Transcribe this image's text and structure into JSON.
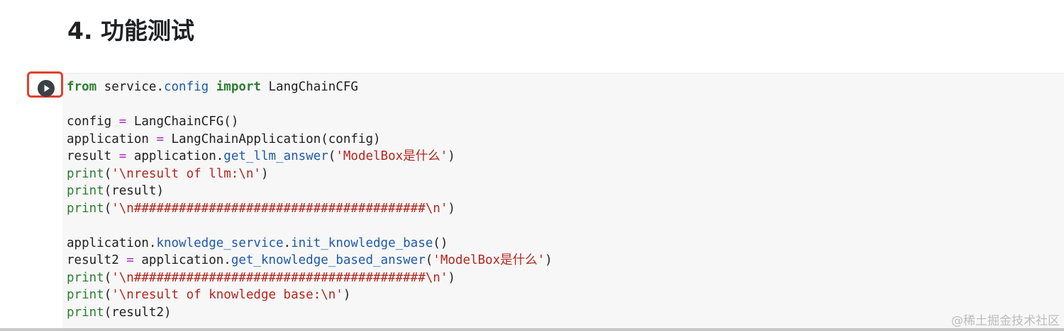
{
  "heading": "4. 功能测试",
  "run_button": {
    "icon": "play-circle-icon",
    "highlight_color": "#e2402d"
  },
  "code_lines": [
    [
      {
        "t": "from",
        "c": "kw"
      },
      {
        "t": " service.",
        "c": "pl"
      },
      {
        "t": "config",
        "c": "at"
      },
      {
        "t": " ",
        "c": "pl"
      },
      {
        "t": "import",
        "c": "kw"
      },
      {
        "t": " LangChainCFG",
        "c": "pl"
      }
    ],
    [],
    [
      {
        "t": "config ",
        "c": "pl"
      },
      {
        "t": "=",
        "c": "op"
      },
      {
        "t": " LangChainCFG()",
        "c": "pl"
      }
    ],
    [
      {
        "t": "application ",
        "c": "pl"
      },
      {
        "t": "=",
        "c": "op"
      },
      {
        "t": " LangChainApplication(config)",
        "c": "pl"
      }
    ],
    [
      {
        "t": "result ",
        "c": "pl"
      },
      {
        "t": "=",
        "c": "op"
      },
      {
        "t": " application.",
        "c": "pl"
      },
      {
        "t": "get_llm_answer",
        "c": "at"
      },
      {
        "t": "(",
        "c": "pl"
      },
      {
        "t": "'ModelBox是什么'",
        "c": "st"
      },
      {
        "t": ")",
        "c": "pl"
      }
    ],
    [
      {
        "t": "print",
        "c": "bi"
      },
      {
        "t": "(",
        "c": "pl"
      },
      {
        "t": "'\\nresult of llm:\\n'",
        "c": "st"
      },
      {
        "t": ")",
        "c": "pl"
      }
    ],
    [
      {
        "t": "print",
        "c": "bi"
      },
      {
        "t": "(result)",
        "c": "pl"
      }
    ],
    [
      {
        "t": "print",
        "c": "bi"
      },
      {
        "t": "(",
        "c": "pl"
      },
      {
        "t": "'\\n#######################################\\n'",
        "c": "st"
      },
      {
        "t": ")",
        "c": "pl"
      }
    ],
    [],
    [
      {
        "t": "application.",
        "c": "pl"
      },
      {
        "t": "knowledge_service",
        "c": "at"
      },
      {
        "t": ".",
        "c": "pl"
      },
      {
        "t": "init_knowledge_base",
        "c": "at"
      },
      {
        "t": "()",
        "c": "pl"
      }
    ],
    [
      {
        "t": "result2 ",
        "c": "pl"
      },
      {
        "t": "=",
        "c": "op"
      },
      {
        "t": " application.",
        "c": "pl"
      },
      {
        "t": "get_knowledge_based_answer",
        "c": "at"
      },
      {
        "t": "(",
        "c": "pl"
      },
      {
        "t": "'ModelBox是什么'",
        "c": "st"
      },
      {
        "t": ")",
        "c": "pl"
      }
    ],
    [
      {
        "t": "print",
        "c": "bi"
      },
      {
        "t": "(",
        "c": "pl"
      },
      {
        "t": "'\\n#######################################\\n'",
        "c": "st"
      },
      {
        "t": ")",
        "c": "pl"
      }
    ],
    [
      {
        "t": "print",
        "c": "bi"
      },
      {
        "t": "(",
        "c": "pl"
      },
      {
        "t": "'\\nresult of knowledge base:\\n'",
        "c": "st"
      },
      {
        "t": ")",
        "c": "pl"
      }
    ],
    [
      {
        "t": "print",
        "c": "bi"
      },
      {
        "t": "(result2)",
        "c": "pl"
      }
    ]
  ],
  "watermark": "@稀土掘金技术社区"
}
